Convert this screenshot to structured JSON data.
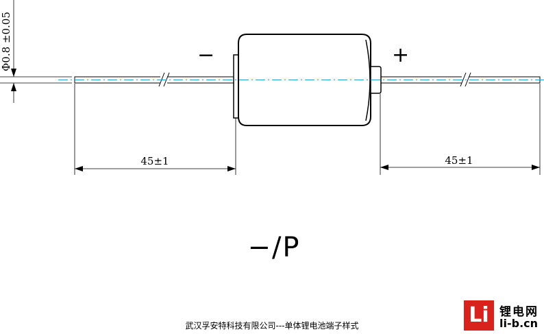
{
  "diagram": {
    "lead_diameter": "Φ0.8 ±0.05",
    "left_lead_length": "45±1",
    "right_lead_length": "45±1",
    "negative_sign": "−",
    "positive_sign": "+"
  },
  "variant_label": "−/P",
  "caption": "武汉孚安特科技有限公司---单体锂电池端子样式",
  "logo": {
    "mark": "Li",
    "name": "锂电网",
    "url": "li-b.cn"
  },
  "colors": {
    "centerline": "#2a9fd6",
    "logo_red": "#d8221c"
  }
}
